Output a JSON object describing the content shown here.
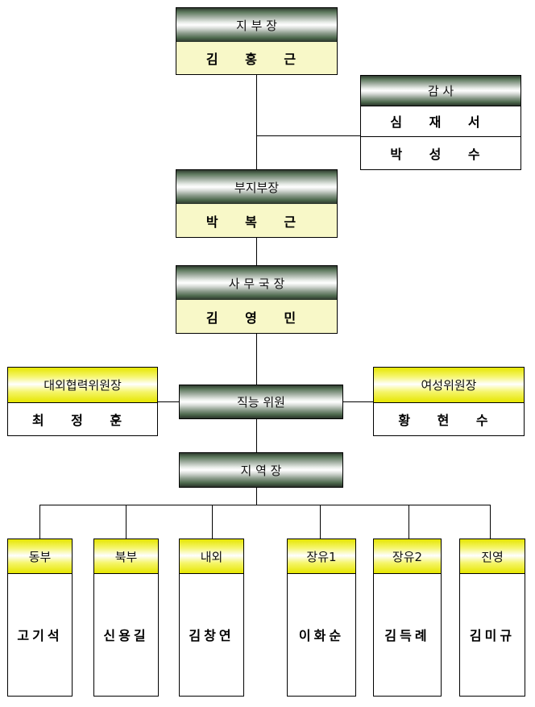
{
  "chief": {
    "title": "지 부 장",
    "name": "김 홍 근"
  },
  "auditor": {
    "title": "감 사",
    "names": [
      "심 재 서",
      "박 성 수"
    ]
  },
  "vice_chief": {
    "title": "부지부장",
    "name": "박 복 근"
  },
  "secretary_general": {
    "title": "사 무 국 장",
    "name": "김 영 민"
  },
  "external_committee": {
    "title": "대외협력위원장",
    "name": "최 정 훈"
  },
  "functional_committee": {
    "title": "직능 위원"
  },
  "women_committee": {
    "title": "여성위원장",
    "name": "황 현 수"
  },
  "regional_head": {
    "title": "지 역 장"
  },
  "regions": [
    {
      "title": "동부",
      "name": "고기석"
    },
    {
      "title": "북부",
      "name": "신용길"
    },
    {
      "title": "내외",
      "name": "김창연"
    },
    {
      "title": "장유1",
      "name": "이화순"
    },
    {
      "title": "장유2",
      "name": "김득례"
    },
    {
      "title": "진영",
      "name": "김미규"
    }
  ]
}
